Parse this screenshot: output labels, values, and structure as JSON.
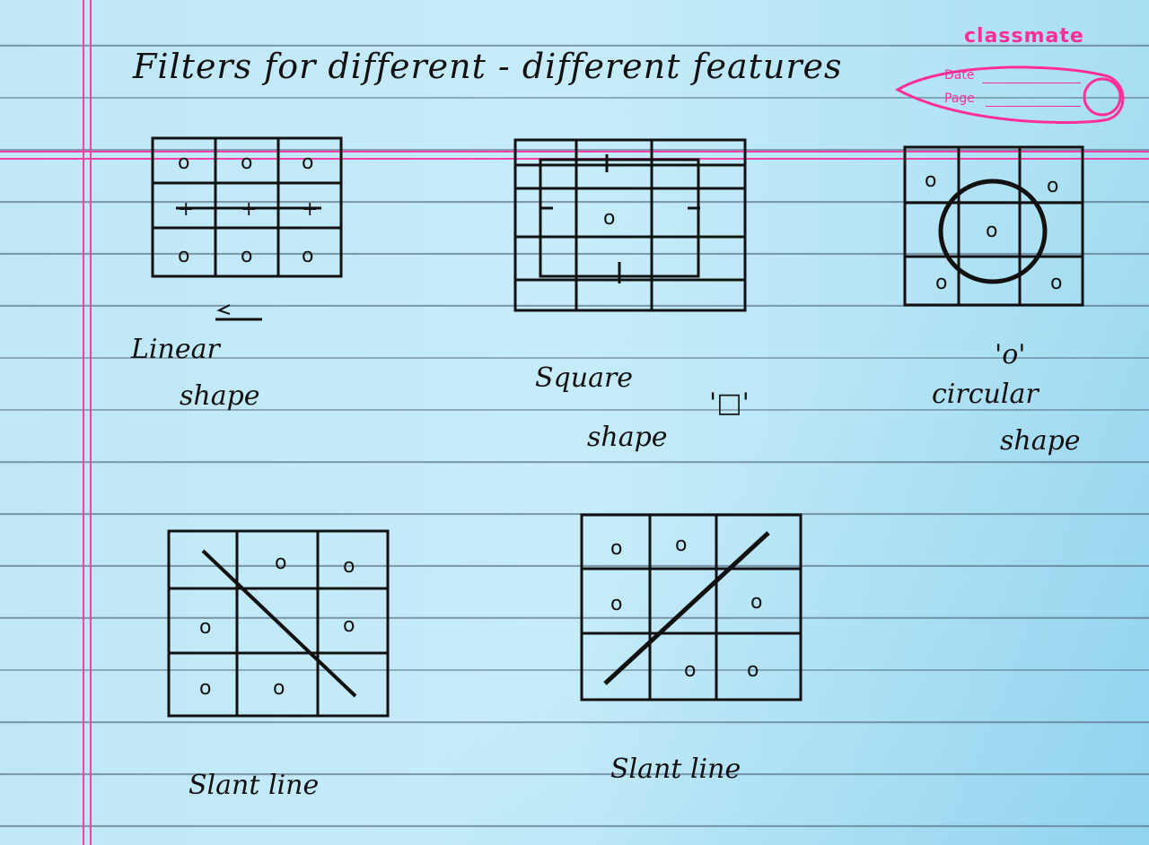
{
  "title": "Filters for different - different features",
  "brand": {
    "name": "classmate",
    "date_label": "Date",
    "page_label": "Page"
  },
  "captions": {
    "linear_line1": "Linear",
    "linear_line2": "shape",
    "square_line1": "Square",
    "square_symbol": "'□'",
    "square_line2": "shape",
    "circular_symbol": "'o'",
    "circular_line1": "circular",
    "circular_line2": "shape",
    "slant1": "Slant line",
    "slant2": "Slant line"
  },
  "grids": {
    "linear": {
      "rows": [
        [
          "o",
          "o",
          "o"
        ],
        [
          "+",
          "+",
          "+"
        ],
        [
          "o",
          "o",
          "o"
        ]
      ]
    },
    "square": {
      "center": "o"
    },
    "circular": {
      "rows": [
        [
          "o",
          "",
          "o"
        ],
        [
          "",
          "o",
          ""
        ],
        [
          "o",
          "",
          "o"
        ]
      ]
    },
    "slant1": {
      "rows": [
        [
          "",
          "o",
          "o"
        ],
        [
          "o",
          "",
          "o"
        ],
        [
          "o",
          "o",
          ""
        ]
      ]
    },
    "slant2": {
      "rows": [
        [
          "o",
          "o",
          ""
        ],
        [
          "o",
          "",
          "o"
        ],
        [
          "",
          "o",
          "o"
        ]
      ]
    }
  },
  "colors": {
    "ink": "#111111",
    "margin": "#ff3fa8",
    "paper": "#c6ecf9"
  }
}
